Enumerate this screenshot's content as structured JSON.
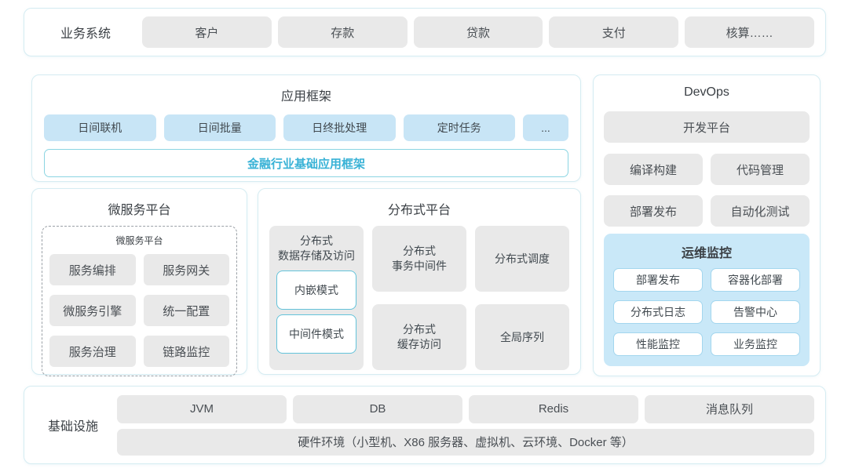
{
  "colors": {
    "panel_border": "#d5ecf2",
    "chip_gray_bg": "#e9e9e9",
    "chip_blue_bg": "#c8e5f6",
    "monitor_panel_bg": "#c9e8f8",
    "teal_border": "#8bd5e2",
    "teal_text": "#38b2d6",
    "white_chip_border": "#a3d6ee",
    "mode_box_border": "#63c3da",
    "text_dark": "#3c4043"
  },
  "business_systems": {
    "label": "业务系统",
    "items": [
      "客户",
      "存款",
      "贷款",
      "支付",
      "核算……"
    ]
  },
  "app_framework": {
    "title": "应用框架",
    "items": [
      "日间联机",
      "日间批量",
      "日终批处理",
      "定时任务",
      "..."
    ],
    "base_framework": "金融行业基础应用框架"
  },
  "devops": {
    "title": "DevOps",
    "dev_platform": "开发平台",
    "items": [
      "编译构建",
      "代码管理",
      "部署发布",
      "自动化测试"
    ],
    "monitor": {
      "title": "运维监控",
      "items": [
        "部署发布",
        "容器化部署",
        "分布式日志",
        "告警中心",
        "性能监控",
        "业务监控"
      ]
    }
  },
  "microservice": {
    "title": "微服务平台",
    "inner_title": "微服务平台",
    "items": [
      "服务编排",
      "服务网关",
      "微服务引擎",
      "统一配置",
      "服务治理",
      "链路监控"
    ]
  },
  "distributed": {
    "title": "分布式平台",
    "storage": {
      "label_line1": "分布式",
      "label_line2": "数据存储及访问",
      "modes": [
        "内嵌模式",
        "中间件模式"
      ]
    },
    "transaction_line1": "分布式",
    "transaction_line2": "事务中间件",
    "cache_line1": "分布式",
    "cache_line2": "缓存访问",
    "scheduler": "分布式调度",
    "sequence": "全局序列"
  },
  "infrastructure": {
    "label": "基础设施",
    "items": [
      "JVM",
      "DB",
      "Redis",
      "消息队列"
    ],
    "hardware": "硬件环境（小型机、X86 服务器、虚拟机、云环境、Docker 等）"
  }
}
